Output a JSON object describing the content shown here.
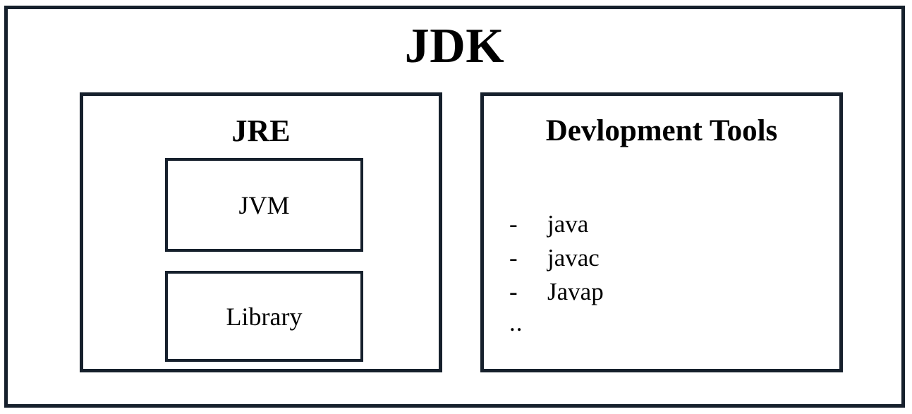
{
  "diagram": {
    "title": "JDK",
    "border_color": "#16202c",
    "background_color": "#ffffff",
    "text_color": "#000000",
    "jre": {
      "title": "JRE",
      "components": [
        {
          "label": "JVM"
        },
        {
          "label": "Library"
        }
      ]
    },
    "devtools": {
      "title": "Devlopment Tools",
      "bullet_marker": "-",
      "tools": [
        {
          "marker": "-",
          "name": "java"
        },
        {
          "marker": "-",
          "name": "javac"
        },
        {
          "marker": "-",
          "name": "Javap"
        }
      ],
      "ellipsis": ".."
    }
  }
}
